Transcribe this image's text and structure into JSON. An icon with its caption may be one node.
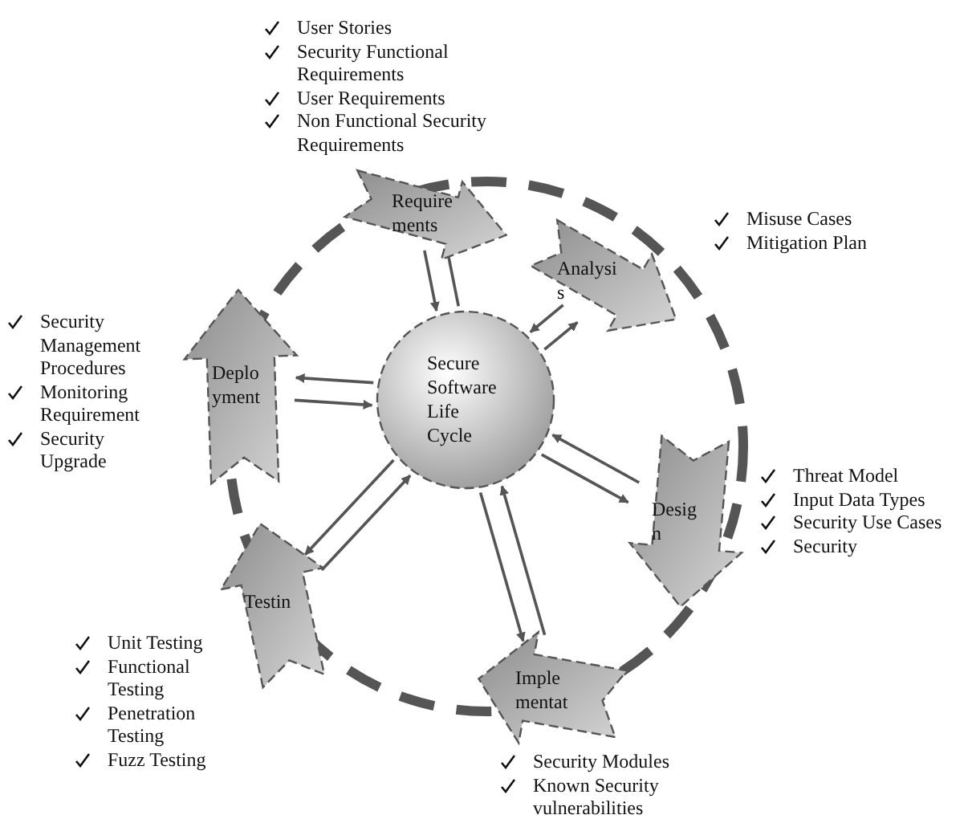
{
  "diagram": {
    "nodes": [
      {
        "text": [
          "Secure Software Life Cycle"
        ]
      },
      {
        "text": [
          "Require ments"
        ],
        "beside": [
          "User Stories",
          "Security Functional Requirements",
          "User Requirements",
          "Non Functional  Security Requirements"
        ]
      },
      {
        "text": [
          "Analysi s"
        ],
        "beside": [
          "Misuse Cases",
          "Mitigation Plan"
        ]
      },
      {
        "text": [
          "Desig n"
        ],
        "beside": [
          "Threat Model",
          "Input Data Types",
          "Security Use Cases",
          "Security"
        ]
      },
      {
        "text": [
          "Imple mentat"
        ],
        "beside": [
          "Security Modules",
          "Known Security vulnerabilities"
        ]
      },
      {
        "text": [
          "Testin"
        ],
        "beside": [
          "Unit Testing",
          "Functional Testing",
          "Penetration Testing",
          "Fuzz Testing"
        ]
      },
      {
        "text": [
          "Deplo yment"
        ],
        "beside": [
          "Security Management Procedures",
          "Monitoring Requirement",
          "Security Upgrade"
        ]
      }
    ],
    "edges": [
      {
        "from": 0,
        "to": 1,
        "arrow": "to"
      },
      {
        "from": 1,
        "to": 0,
        "arrow": "to"
      },
      {
        "from": 0,
        "to": 2,
        "arrow": "to"
      },
      {
        "from": 2,
        "to": 0,
        "arrow": "to"
      },
      {
        "from": 3,
        "to": 0,
        "arrow": "to"
      },
      {
        "from": 0,
        "to": 3,
        "arrow": "to"
      },
      {
        "from": 0,
        "to": 4,
        "arrow": "to"
      },
      {
        "from": 4,
        "to": 0,
        "arrow": "to"
      },
      {
        "from": 5,
        "to": 0,
        "arrow": "to"
      },
      {
        "from": 0,
        "to": 5,
        "arrow": "to"
      },
      {
        "from": 6,
        "to": 0,
        "arrow": "to"
      },
      {
        "from": 0,
        "to": 6,
        "arrow": "to"
      }
    ]
  }
}
